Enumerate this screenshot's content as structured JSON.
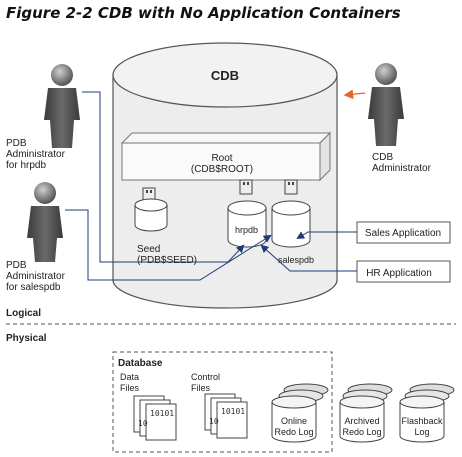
{
  "figure": {
    "title": "Figure 2-2 CDB with No Application Containers",
    "cdb_label": "CDB",
    "root_label_1": "Root",
    "root_label_2": "(CDB$ROOT)",
    "seed_label_1": "Seed",
    "seed_label_2": "(PDB$SEED)",
    "pdb_hr": "hrpdb",
    "pdb_sales": "salespdb",
    "admin_hr": [
      "PDB",
      "Administrator",
      "for hrpdb"
    ],
    "admin_sales": [
      "PDB",
      "Administrator",
      "for salespdb"
    ],
    "admin_cdb": [
      "CDB",
      "Administrator"
    ],
    "app_sales": "Sales Application",
    "app_hr": "HR Application",
    "logical": "Logical",
    "physical": "Physical",
    "database": "Database",
    "data_files": [
      "Data",
      "Files"
    ],
    "control_files": [
      "Control",
      "Files"
    ],
    "binary_1": "10101",
    "binary_2": "10",
    "online_redo": [
      "Online",
      "Redo Log"
    ],
    "archived_redo": [
      "Archived",
      "Redo Log"
    ],
    "flashback": [
      "Flashback",
      "Log"
    ]
  },
  "colors": {
    "cylinder_fill": "#eeeeee",
    "cylinder_stroke": "#555555",
    "person": "#555555",
    "arrow_navy": "#1f3a7a",
    "arrow_orange": "#e8642c"
  }
}
